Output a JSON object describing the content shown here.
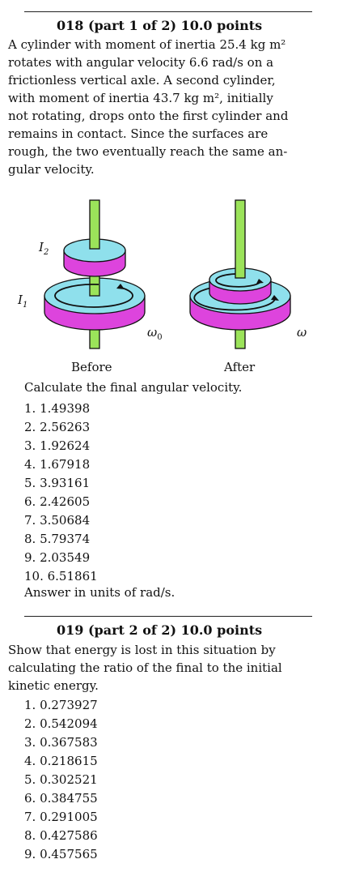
{
  "q1": {
    "heading": "018 (part 1 of 2) 10.0 points",
    "statement": [
      "A cylinder with moment of inertia 25.4 kg m²",
      "rotates with angular velocity 6.6 rad/s on a",
      "frictionless vertical axle.  A second cylinder,",
      "with moment of inertia 43.7 kg m², initially",
      "not rotating, drops onto the first cylinder and",
      "remains in contact.  Since the surfaces are",
      "rough, the two eventually reach the same an-",
      "gular velocity."
    ],
    "figure": {
      "label_i2": "I",
      "label_i2_sub": "2",
      "label_i1": "I",
      "label_i1_sub": "1",
      "label_omega0": "ω",
      "label_omega0_sub": "0",
      "label_omega": "ω",
      "caption_before": "Before",
      "caption_after": "After"
    },
    "prompt": "Calculate the final angular velocity.",
    "choices": [
      "1. 1.49398",
      "2. 2.56263",
      "3. 1.92624",
      "4. 1.67918",
      "5. 3.93161",
      "6. 2.42605",
      "7. 3.50684",
      "8. 5.79374",
      "9. 2.03549",
      "10. 6.51861"
    ],
    "units": "Answer in units of  rad/s."
  },
  "q2": {
    "heading": "019 (part 2 of 2) 10.0 points",
    "statement": [
      "Show that energy is lost in this situation by",
      "calculating the ratio of the final to the initial",
      "kinetic energy."
    ],
    "choices": [
      "1. 0.273927",
      "2. 0.542094",
      "3. 0.367583",
      "4. 0.218615",
      "5. 0.302521",
      "6. 0.384755",
      "7. 0.291005",
      "8. 0.427586",
      "9. 0.457565"
    ]
  },
  "colors": {
    "rod": "#9be35a",
    "disk_top": "#8fe0ec",
    "disk_side": "#dd44dd",
    "outline": "#111111"
  }
}
